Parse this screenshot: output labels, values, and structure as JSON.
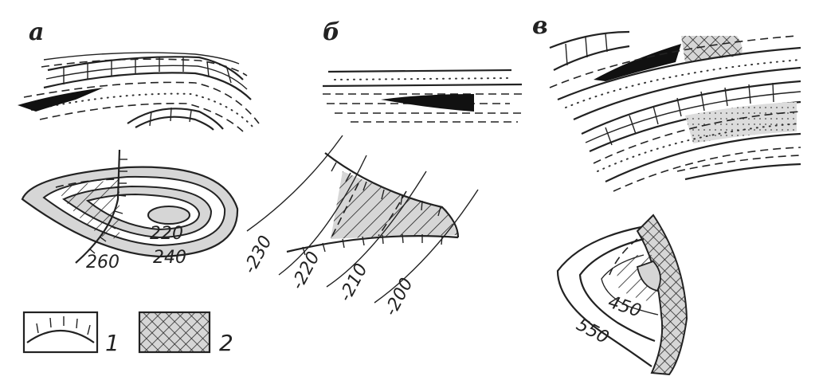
{
  "panels": {
    "a": {
      "label": "а",
      "contours": [
        "220",
        "240",
        "260"
      ]
    },
    "b": {
      "label": "б",
      "contours": [
        "-230",
        "-220",
        "-210",
        "-200"
      ]
    },
    "v": {
      "label": "в",
      "contours": [
        "450",
        "550"
      ]
    }
  },
  "legend": {
    "item1": "1",
    "item2": "2"
  },
  "colors": {
    "ink": "#222222",
    "fill": "#d6d6d6"
  }
}
